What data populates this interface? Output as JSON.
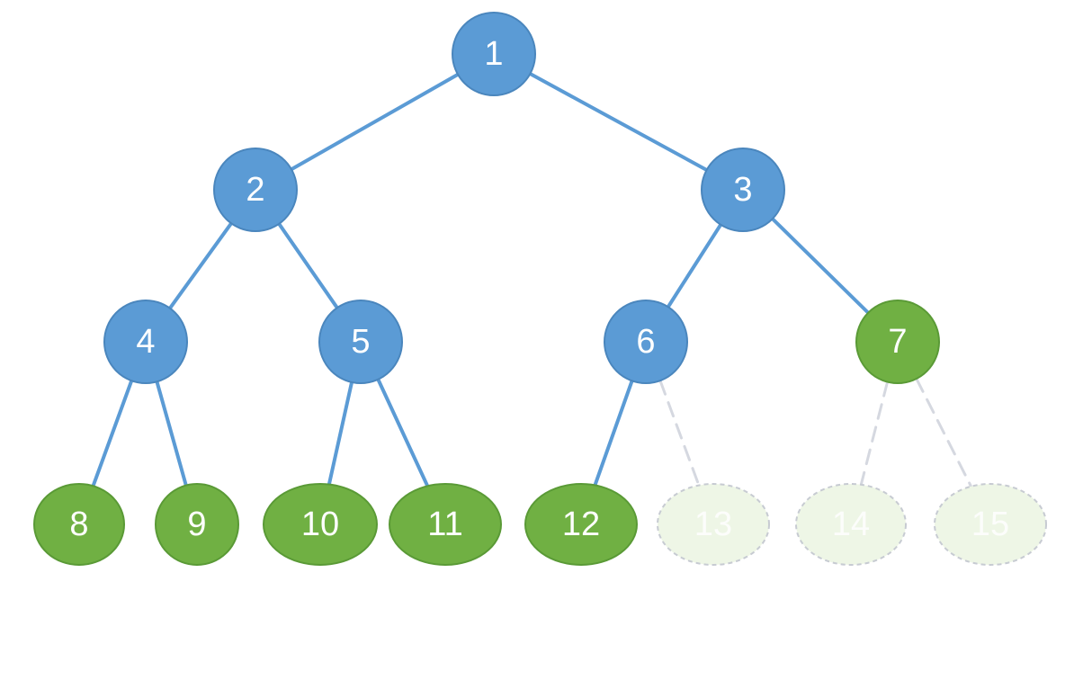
{
  "diagram": {
    "type": "binary-tree",
    "nodes": [
      {
        "label": "1",
        "state": "internal"
      },
      {
        "label": "2",
        "state": "internal"
      },
      {
        "label": "3",
        "state": "internal"
      },
      {
        "label": "4",
        "state": "internal"
      },
      {
        "label": "5",
        "state": "internal"
      },
      {
        "label": "6",
        "state": "internal"
      },
      {
        "label": "7",
        "state": "leaf"
      },
      {
        "label": "8",
        "state": "leaf"
      },
      {
        "label": "9",
        "state": "leaf"
      },
      {
        "label": "10",
        "state": "leaf"
      },
      {
        "label": "11",
        "state": "leaf"
      },
      {
        "label": "12",
        "state": "leaf"
      },
      {
        "label": "13",
        "state": "ghost"
      },
      {
        "label": "14",
        "state": "ghost"
      },
      {
        "label": "15",
        "state": "ghost"
      }
    ],
    "edges": [
      {
        "from": "1",
        "to": "2",
        "style": "solid"
      },
      {
        "from": "1",
        "to": "3",
        "style": "solid"
      },
      {
        "from": "2",
        "to": "4",
        "style": "solid"
      },
      {
        "from": "2",
        "to": "5",
        "style": "solid"
      },
      {
        "from": "3",
        "to": "6",
        "style": "solid"
      },
      {
        "from": "3",
        "to": "7",
        "style": "solid"
      },
      {
        "from": "4",
        "to": "8",
        "style": "solid"
      },
      {
        "from": "4",
        "to": "9",
        "style": "solid"
      },
      {
        "from": "5",
        "to": "10",
        "style": "solid"
      },
      {
        "from": "5",
        "to": "11",
        "style": "solid"
      },
      {
        "from": "6",
        "to": "12",
        "style": "solid"
      },
      {
        "from": "6",
        "to": "13",
        "style": "dashed"
      },
      {
        "from": "7",
        "to": "14",
        "style": "dashed"
      },
      {
        "from": "7",
        "to": "15",
        "style": "dashed"
      }
    ],
    "colors": {
      "internal": "#5b9bd5",
      "leaf": "#70b043",
      "ghost": "#eef6e6",
      "edge": "#5b9bd5",
      "dashed_edge": "#d5d8e0"
    }
  }
}
